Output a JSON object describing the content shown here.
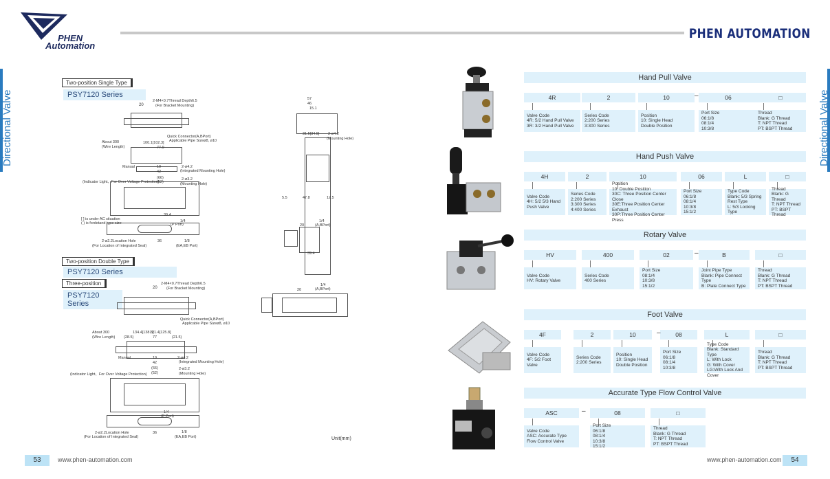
{
  "header": {
    "logo_line1": "PHEN",
    "logo_line2": "Automation",
    "brand": "PHEN AUTOMATION"
  },
  "side": {
    "left": "Directional Valve",
    "right": "Directional Valve"
  },
  "footer": {
    "left_page": "53",
    "left_url": "www.phen-automation.com",
    "right_url": "www.phen-automation.com",
    "right_page": "54"
  },
  "left": {
    "single_label": "Two-position Single Type",
    "single_series": "PSY7120 Series",
    "double_label": "Two-position Double Type",
    "double_series": "PSY7120 Series",
    "three_label": "Three-position",
    "three_series": "PSY7120 Series",
    "unit": "Unit(mm)",
    "dims1": [
      "2-M4×0.7Thread Depth6.5",
      "(For Bracket Mounting)",
      "20",
      "Quick Connector(A,BPort)",
      "Applicable Pipe Sizeø8, ø10",
      "About 300",
      "(Wire Length)",
      "100.1[102.3]",
      "77.9",
      "Manual",
      "19",
      "42",
      "2-ø4.2",
      "(Integrated Mounting Hole)",
      "(Indicator Light、For Over Voltage Protection)",
      "(66)",
      "(52)",
      "2-ø3.2",
      "(Mounting Hole)",
      "39.4",
      "[ ] is under AC situation",
      "( ) is fordetand type size",
      "1/4",
      "(P Port)",
      "2-ø2.2Location Hole",
      "(For Location of Integrated Seal)",
      "36",
      "1/8",
      "(EA,EB Port)"
    ],
    "dims2": [
      "57",
      "46",
      "15.1",
      "31.5[34.5]",
      "2-ø4.2",
      "(Mounting Hole)",
      "5.5",
      "47.8",
      "12.5",
      "20",
      "1/4",
      "(A,BPort)",
      "39.4"
    ],
    "dims3": [
      "2-M4×0.7Thread Depth6.5",
      "(For Bracket Mounting)",
      "20",
      "Quick Connector(A,BPort)",
      "Applicable Pipe Sizeø8, ø10",
      "About 300",
      "(Wire Length)",
      "134.4[138.8]",
      "121.4[125.8]",
      "(28.5)",
      "77",
      "(21.5)",
      "Manual",
      "19",
      "42",
      "2-ø4.2",
      "(Integrated Mounting Hole)",
      "(Indicator Light、For Over Voltage Protection)",
      "(66)",
      "(52)",
      "2-ø3.2",
      "(Mounting Hole)",
      "1/4",
      "(P Port)",
      "2-ø2.2Location Hole",
      "(For Location of Integrated Seal)",
      "36",
      "1/8",
      "(EA,EB Port)",
      "20",
      "1/4",
      "(A,BPort)"
    ]
  },
  "sections": [
    {
      "title": "Hand Pull Valve",
      "codes": [
        "4R",
        "2",
        "10",
        "06",
        "□"
      ],
      "dash": "–",
      "descs": [
        "Valve Code\n4R: 5/2 Hand Pull Valve\n3R: 3/2 Hand Pull Valve",
        "Series Code\n2:200 Series\n3:300 Series",
        "Position\n10: Single Head\nDouble Position",
        "Port Size\n06:1/8\n08:1/4\n10:3/8",
        "Thread\nBlank: G Thread\nT: NPT Thread\nPT: BSPT Thread"
      ]
    },
    {
      "title": "Hand Push Valve",
      "codes": [
        "4H",
        "2",
        "10",
        "06",
        "L",
        "□"
      ],
      "descs": [
        "Valve Code\n4H: 5/2 5/3 Hand\nPush Valve",
        "Series Code\n2:200 Series\n3:300 Series\n4:400 Series",
        "Position\n10: Double Position\n30C: Three Position Center Close\n30E:Three Position Center Exhaust\n30P:Three Position Center Press",
        "Port Size\n06:1/8\n08:1/4\n10:3/8\n15:1/2",
        "Type Code\nBlank: 5/3 Spring\nRest Type\nL: 5/3 Locking Type",
        "Thread\nBlank: G Thread\nT: NPT Thread\nPT: BSPT Thread"
      ]
    },
    {
      "title": "Rotary Valve",
      "codes": [
        "HV",
        "400",
        "02",
        "B",
        "□"
      ],
      "dash": "–",
      "descs": [
        "Valve Code\nHV: Rotary Valve",
        "Series Code\n400 Series",
        "Port Size\n08:1/4\n10:3/8\n15:1/2",
        "Joint Pipe Type\nBlank: Pipe Connect Type\nB: Plate Connect Type",
        "Thread\nBlank: G Thread\nT: NPT Thread\nPT: BSPT Thread"
      ]
    },
    {
      "title": "Foot Valve",
      "codes": [
        "4F",
        "2",
        "10",
        "08",
        "L",
        "□"
      ],
      "dash": "–",
      "descs": [
        "Valve Code\n4F: 5/2 Foot Valve",
        "Series Code\n2:200 Series",
        "Position\n10: Single Head\nDouble Position",
        "Port Size\n06:1/8\n08:1/4\n10:3/8",
        "Type Code\nBlank: Standard Type\nL: With Lock\nG: With Cover\nLG:With Lock And Cover",
        "Thread\nBlank: G Thread\nT: NPT Thread\nPT: BSPT Thread"
      ]
    },
    {
      "title": "Accurate Type Flow Control Valve",
      "codes": [
        "ASC",
        "08",
        "□"
      ],
      "dash": "–",
      "descs": [
        "Valve Code\nASC: Accurate Type\nFlow Control Valve",
        "Port Size\n06:1/8\n08:1/4\n10:3/8\n15:1/2",
        "Thread\nBlank: G Thread\nT: NPT Thread\nPT: BSPT Thread"
      ]
    }
  ]
}
